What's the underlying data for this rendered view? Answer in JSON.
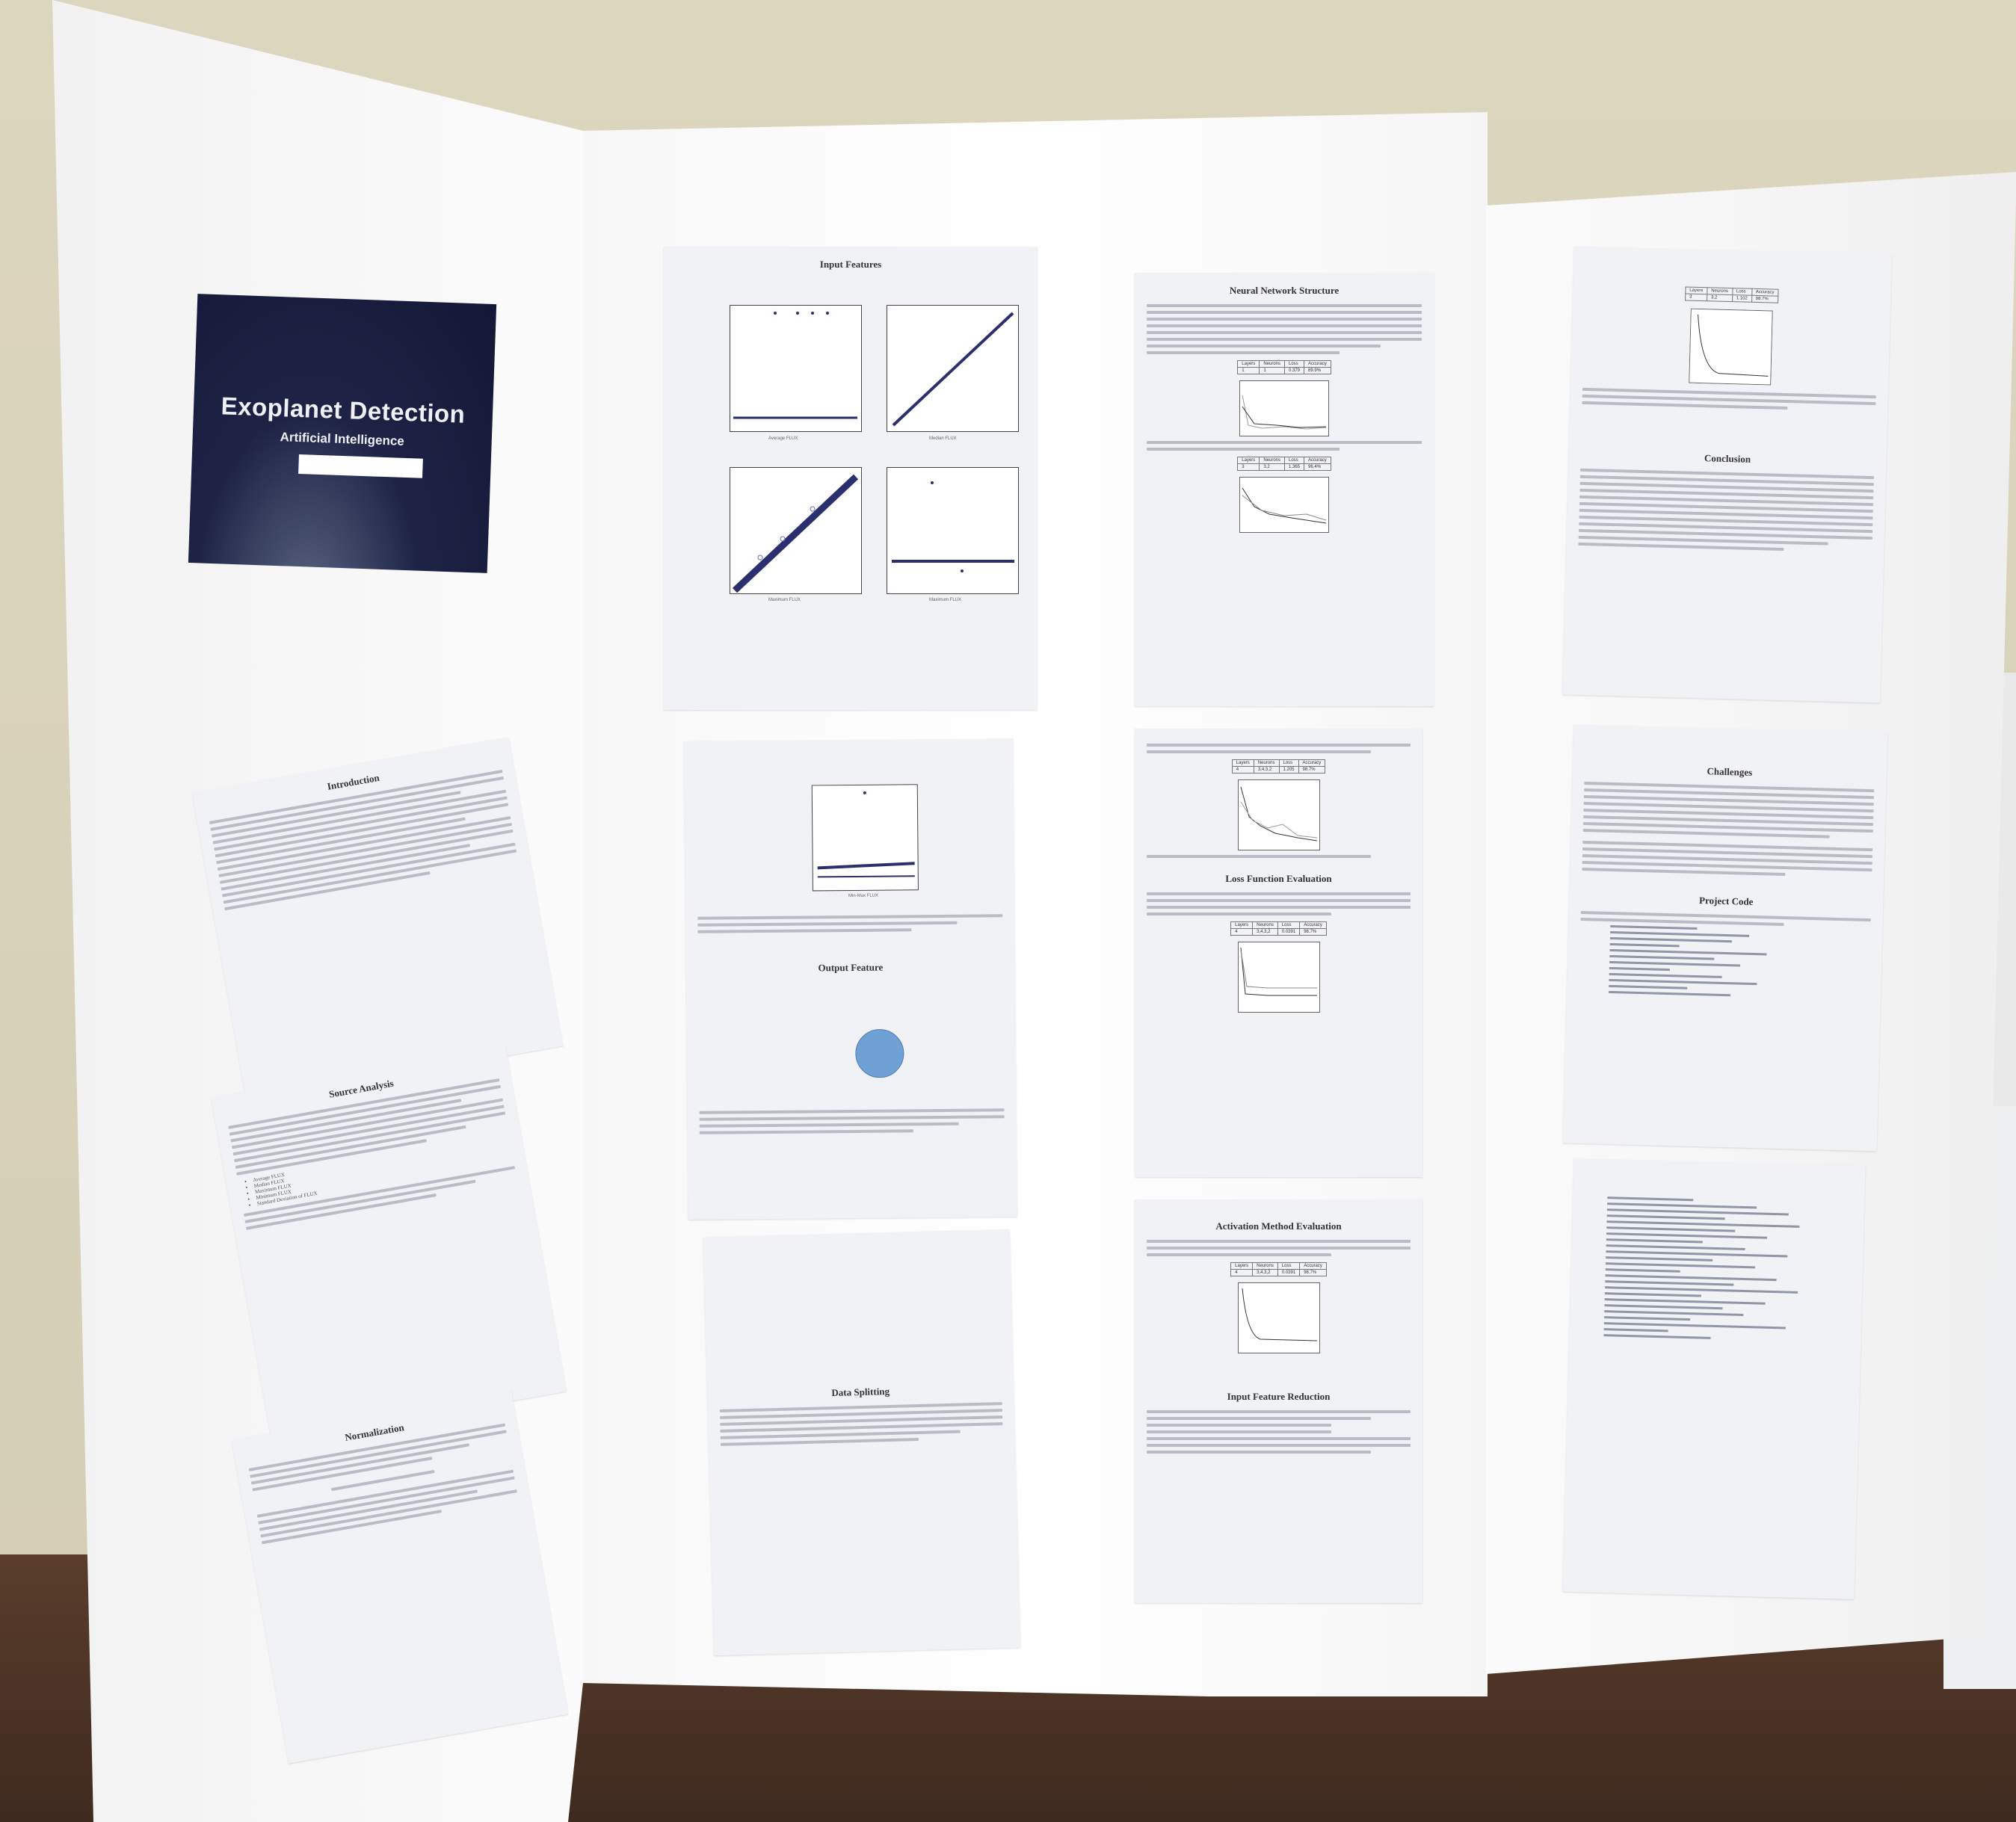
{
  "title_card": {
    "title": "Exoplanet Detection",
    "subtitle": "Artificial Intelligence"
  },
  "sections": {
    "introduction": "Introduction",
    "source_analysis": "Source Analysis",
    "normalization": "Normalization",
    "input_features": "Input Features",
    "output_feature": "Output Feature",
    "data_splitting": "Data Splitting",
    "neural_network_structure": "Neural Network Structure",
    "loss_function_evaluation": "Loss Function Evaluation",
    "activation_method_evaluation": "Activation Method Evaluation",
    "input_feature_reduction": "Input Feature Reduction",
    "conclusion": "Conclusion",
    "challenges": "Challenges",
    "project_code": "Project Code"
  },
  "source_analysis_list": [
    "Average FLUX",
    "Median FLUX",
    "Maximum FLUX",
    "Minimum FLUX",
    "Standard Deviation of FLUX"
  ],
  "plot_axes": {
    "average": "Average FLUX",
    "median": "Median FLUX",
    "maximum": "Maximum FLUX",
    "min_max": "Min-Max FLUX"
  },
  "results_table_headers": [
    "Layers",
    "Neurons",
    "Loss",
    "Accuracy"
  ],
  "results_tables": [
    {
      "layers": "1",
      "neurons": "1",
      "loss": "0.379",
      "accuracy": "89.9%"
    },
    {
      "layers": "3",
      "neurons": "3,2",
      "loss": "1.365",
      "accuracy": "96.4%"
    },
    {
      "layers": "4",
      "neurons": "3,4,3,2",
      "loss": "1.205",
      "accuracy": "98.7%"
    },
    {
      "layers": "4",
      "neurons": "3,4,3,2",
      "loss": "0.0391",
      "accuracy": "98.7%"
    },
    {
      "layers": "4",
      "neurons": "3,4,3,2",
      "loss": "0.0391",
      "accuracy": "98.7%"
    },
    {
      "layers": "3",
      "neurons": "3,2",
      "loss": "1.102",
      "accuracy": "98.7%"
    }
  ],
  "colors": {
    "banner_bg": "#141735",
    "scatter_point": "#2b2f6e",
    "pie_fill": "#6fa1d4",
    "table_surface": "#3e2a1f",
    "wall": "#d9d2bd"
  }
}
